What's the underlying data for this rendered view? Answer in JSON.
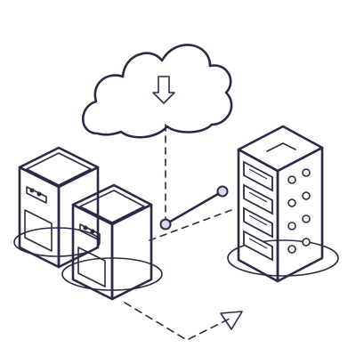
{
  "theme": {
    "ink": "#2b2a45",
    "accent_fill": "#d9d8f0",
    "accent_dark": "#bdbbe2",
    "background": "#ffffff"
  },
  "scene": {
    "cloud": {
      "icon": "cloud-download-icon"
    },
    "left_servers": [
      {
        "icon": "tower-server-icon"
      },
      {
        "icon": "tower-server-icon"
      }
    ],
    "rack": {
      "icon": "server-rack-icon",
      "units": 4
    },
    "connectors": [
      "dashed-line-cloud-to-node",
      "solid-line-node-to-node",
      "dashed-arrow-to-rack"
    ]
  }
}
